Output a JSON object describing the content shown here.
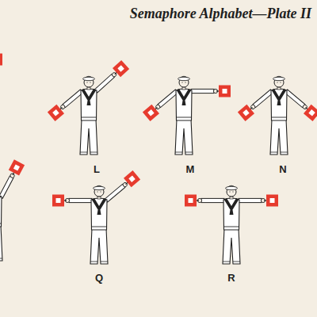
{
  "diagram": {
    "title": "Semaphore Alphabet—Plate II",
    "labels": [
      "L",
      "M",
      "N",
      "Q",
      "R"
    ]
  }
}
